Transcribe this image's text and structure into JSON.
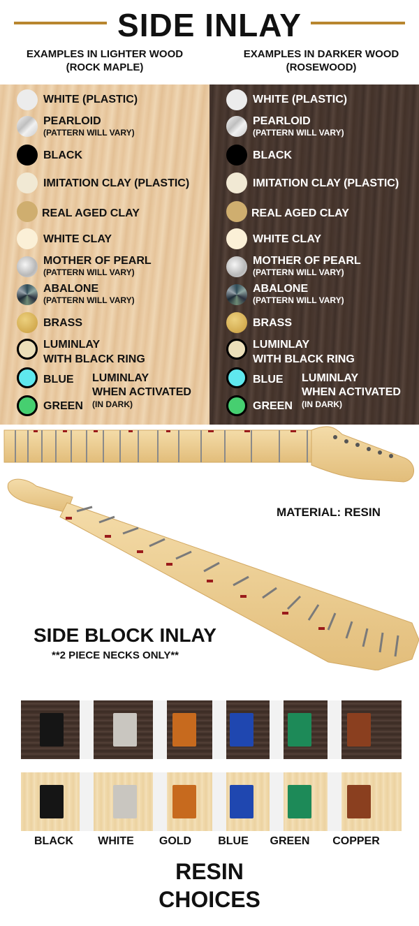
{
  "header": {
    "title": "SIDE INLAY",
    "light_caption_1": "EXAMPLES IN LIGHTER WOOD",
    "light_caption_2": "(ROCK MAPLE)",
    "dark_caption_1": "EXAMPLES IN DARKER WOOD",
    "dark_caption_2": "(ROSEWOOD)"
  },
  "inlays": {
    "white_plastic": "WHITE (PLASTIC)",
    "pearloid": "PEARLOID",
    "pattern_note": "(PATTERN WILL VARY)",
    "black": "BLACK",
    "imitation_clay": "IMITATION CLAY (PLASTIC)",
    "real_aged_clay": "REAL AGED CLAY",
    "white_clay": "WHITE CLAY",
    "mother_of_pearl": "MOTHER OF PEARL",
    "abalone": "ABALONE",
    "brass": "BRASS",
    "luminlay_1": "LUMINLAY",
    "luminlay_2": "WITH BLACK RING",
    "blue": "BLUE",
    "green": "GREEN",
    "luminlay_active_1": "LUMINLAY",
    "luminlay_active_2": "WHEN ACTIVATED",
    "in_dark": "(IN DARK)"
  },
  "neck": {
    "material": "MATERIAL: RESIN",
    "block_title": "SIDE BLOCK INLAY",
    "block_note": "**2 PIECE NECKS ONLY**"
  },
  "resin": {
    "labels": [
      "BLACK",
      "WHITE",
      "GOLD",
      "BLUE",
      "GREEN",
      "COPPER"
    ],
    "title_1": "RESIN",
    "title_2": "CHOICES",
    "colors": [
      "#151515",
      "#c9c6c0",
      "#c76a1e",
      "#1f47b0",
      "#1d8a58",
      "#8a3f1f"
    ]
  }
}
